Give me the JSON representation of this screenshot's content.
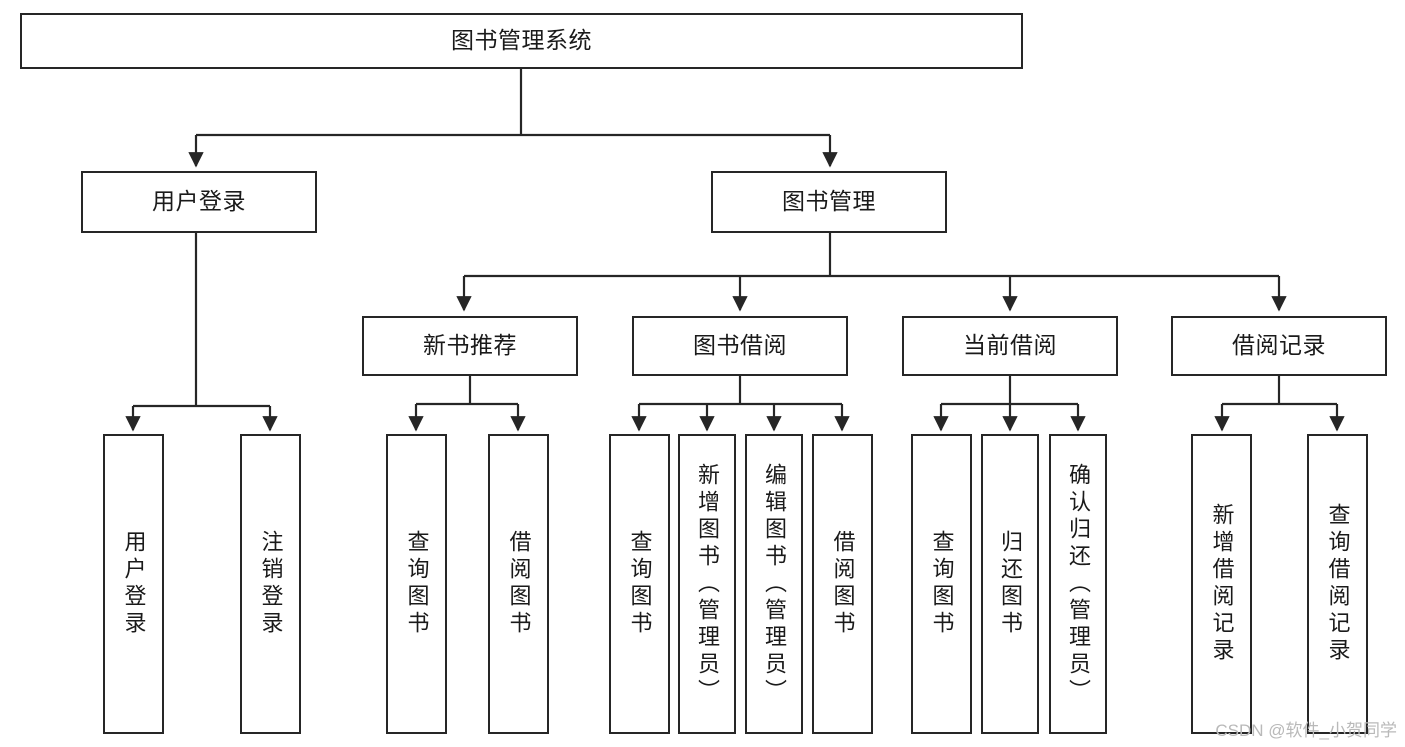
{
  "diagram": {
    "type": "tree-hierarchy-diagram",
    "title": "图书管理系统",
    "colors": {
      "box_border": "#262626",
      "box_fill": "#ffffff",
      "edge": "#262626",
      "text": "#1a1a1a",
      "watermark": "#b9b9b9",
      "background": "#ffffff"
    },
    "levels": [
      {
        "level": 1,
        "nodes": [
          {
            "id": "root",
            "label": "图书管理系统",
            "orientation": "horizontal"
          }
        ]
      },
      {
        "level": 2,
        "nodes": [
          {
            "id": "login",
            "label": "用户登录",
            "orientation": "horizontal",
            "parent": "root"
          },
          {
            "id": "bookmgmt",
            "label": "图书管理",
            "orientation": "horizontal",
            "parent": "root"
          }
        ]
      },
      {
        "level": 3,
        "nodes": [
          {
            "id": "newbook",
            "label": "新书推荐",
            "orientation": "horizontal",
            "parent": "bookmgmt"
          },
          {
            "id": "borrow",
            "label": "图书借阅",
            "orientation": "horizontal",
            "parent": "bookmgmt"
          },
          {
            "id": "current",
            "label": "当前借阅",
            "orientation": "horizontal",
            "parent": "bookmgmt"
          },
          {
            "id": "records",
            "label": "借阅记录",
            "orientation": "horizontal",
            "parent": "bookmgmt"
          }
        ]
      },
      {
        "level": 4,
        "nodes": [
          {
            "id": "leaf1",
            "label": "用户登录",
            "orientation": "vertical",
            "parent": "login"
          },
          {
            "id": "leaf2",
            "label": "注销登录",
            "orientation": "vertical",
            "parent": "login"
          },
          {
            "id": "leaf3",
            "label": "查询图书",
            "orientation": "vertical",
            "parent": "newbook"
          },
          {
            "id": "leaf4",
            "label": "借阅图书",
            "orientation": "vertical",
            "parent": "newbook"
          },
          {
            "id": "leaf5",
            "label": "查询图书",
            "orientation": "vertical",
            "parent": "borrow"
          },
          {
            "id": "leaf6",
            "label": "新增图书（管理员）",
            "orientation": "vertical",
            "parent": "borrow"
          },
          {
            "id": "leaf7",
            "label": "编辑图书（管理员）",
            "orientation": "vertical",
            "parent": "borrow"
          },
          {
            "id": "leaf8",
            "label": "借阅图书",
            "orientation": "vertical",
            "parent": "borrow"
          },
          {
            "id": "leaf9",
            "label": "查询图书",
            "orientation": "vertical",
            "parent": "current"
          },
          {
            "id": "leaf10",
            "label": "归还图书",
            "orientation": "vertical",
            "parent": "current"
          },
          {
            "id": "leaf11",
            "label": "确认归还（管理员）",
            "orientation": "vertical",
            "parent": "current"
          },
          {
            "id": "leaf12",
            "label": "新增借阅记录",
            "orientation": "vertical",
            "parent": "records"
          },
          {
            "id": "leaf13",
            "label": "查询借阅记录",
            "orientation": "vertical",
            "parent": "records"
          }
        ]
      }
    ]
  },
  "watermark": {
    "text": "CSDN @软件_小贺同学"
  }
}
